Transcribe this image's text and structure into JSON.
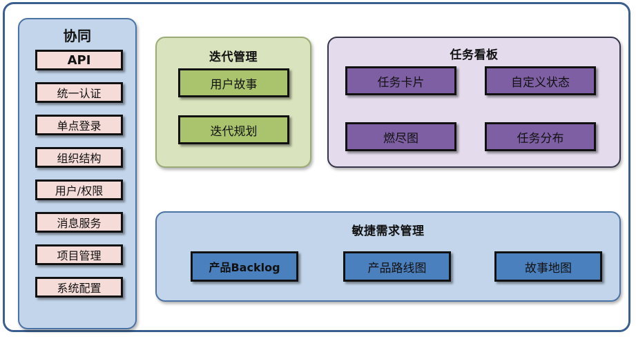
{
  "colors": {
    "frame_border": "#3a5f8f",
    "sidebar_bg": "#c3d5ea",
    "sidebar_border": "#4a72a5",
    "sidebar_item_bg": "#f6dcd8",
    "iteration_bg": "#d9e3bd",
    "iteration_border": "#9aab74",
    "iteration_item_bg": "#a9c46c",
    "taskboard_bg": "#e4dced",
    "taskboard_border": "#33334a",
    "taskboard_item_bg": "#7e5fa4",
    "agile_bg": "#c3d5ea",
    "agile_border": "#4a72a5",
    "agile_item_bg": "#4a80bd",
    "box_border": "#111111"
  },
  "sidebar": {
    "title": "协同",
    "items": [
      {
        "label": "API",
        "bold": true
      },
      {
        "label": "统一认证",
        "bold": false
      },
      {
        "label": "单点登录",
        "bold": false
      },
      {
        "label": "组织结构",
        "bold": false
      },
      {
        "label": "用户/权限",
        "bold": false
      },
      {
        "label": "消息服务",
        "bold": false
      },
      {
        "label": "项目管理",
        "bold": false
      },
      {
        "label": "系统配置",
        "bold": false
      }
    ]
  },
  "iteration": {
    "title": "迭代管理",
    "items": [
      {
        "label": "用户故事"
      },
      {
        "label": "迭代规划"
      }
    ]
  },
  "taskboard": {
    "title": "任务看板",
    "items": [
      {
        "label": "任务卡片"
      },
      {
        "label": "自定义状态"
      },
      {
        "label": "燃尽图"
      },
      {
        "label": "任务分布"
      }
    ]
  },
  "agile": {
    "title": "敏捷需求管理",
    "items": [
      {
        "label": "产品Backlog"
      },
      {
        "label": "产品路线图"
      },
      {
        "label": "故事地图"
      }
    ]
  }
}
